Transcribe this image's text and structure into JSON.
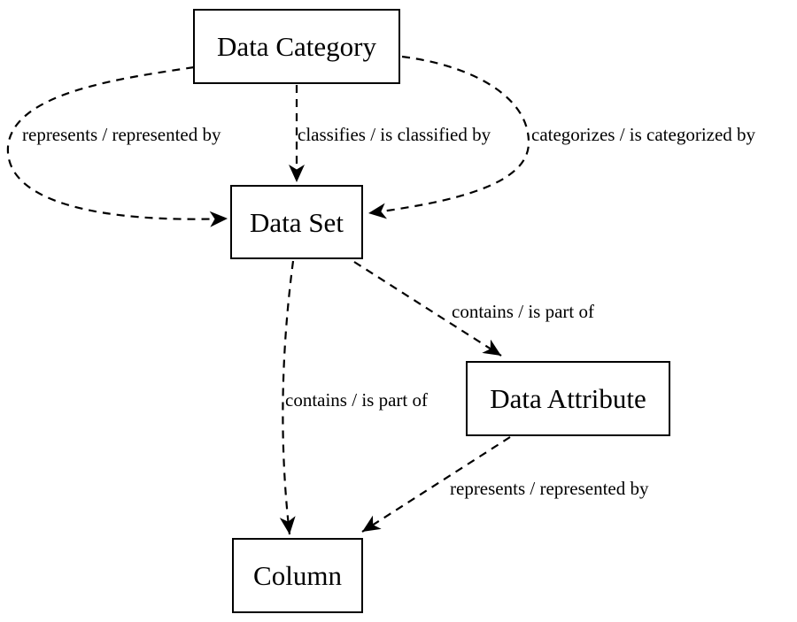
{
  "diagram": {
    "background_color": "#ffffff",
    "line_color": "#000000",
    "text_color": "#000000",
    "line_style": "dashed",
    "nodes": [
      {
        "id": "data-category",
        "label": "Data Category"
      },
      {
        "id": "data-set",
        "label": "Data Set"
      },
      {
        "id": "data-attribute",
        "label": "Data Attribute"
      },
      {
        "id": "column",
        "label": "Column"
      }
    ],
    "edges": [
      {
        "from": "Data Category",
        "to": "Data Set",
        "label": "represents / represented by",
        "shape": "curved-left",
        "line": "dashed",
        "arrow": "filled-stealth"
      },
      {
        "from": "Data Category",
        "to": "Data Set",
        "label": "classifies / is classified by",
        "shape": "straight",
        "line": "dashed",
        "arrow": "filled-stealth"
      },
      {
        "from": "Data Category",
        "to": "Data Set",
        "label": "categorizes / is categorized by",
        "shape": "curved-right",
        "line": "dashed",
        "arrow": "filled-stealth"
      },
      {
        "from": "Data Set",
        "to": "Data Attribute",
        "label": "contains / is part of",
        "shape": "straight",
        "line": "dashed",
        "arrow": "filled-stealth"
      },
      {
        "from": "Data Set",
        "to": "Column",
        "label": "contains / is part of",
        "shape": "slight-curve",
        "line": "dashed",
        "arrow": "filled-stealth"
      },
      {
        "from": "Data Attribute",
        "to": "Column",
        "label": "represents / represented by",
        "shape": "straight",
        "line": "dashed",
        "arrow": "filled-stealth"
      }
    ]
  }
}
